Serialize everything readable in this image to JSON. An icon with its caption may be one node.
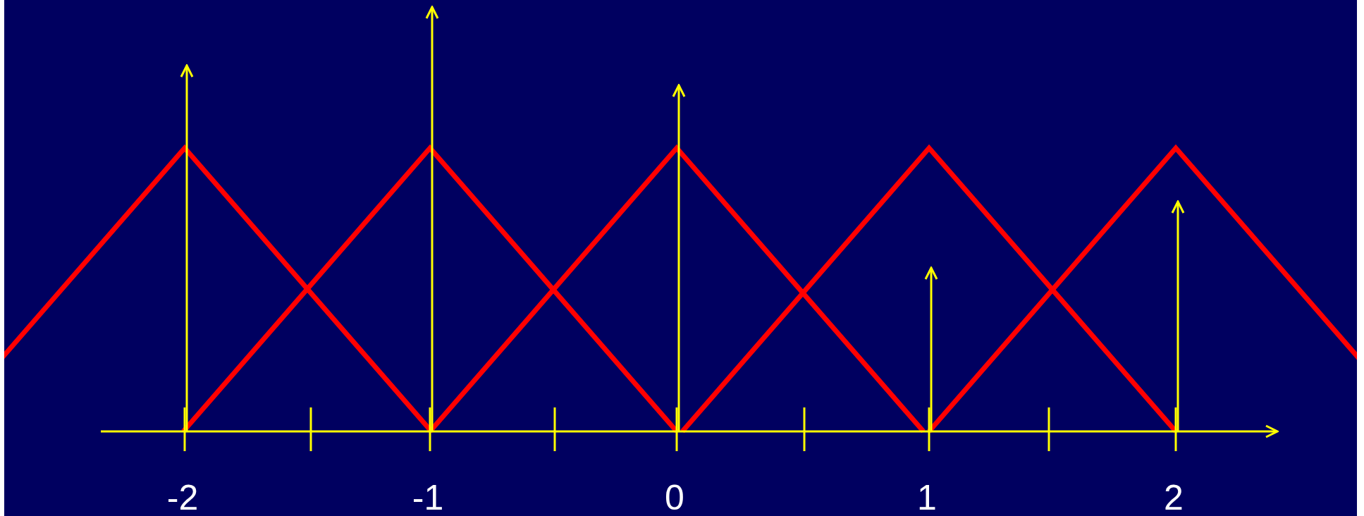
{
  "diagram": {
    "labels": [
      "-2",
      "-1",
      "0",
      "1",
      "2"
    ]
  }
}
